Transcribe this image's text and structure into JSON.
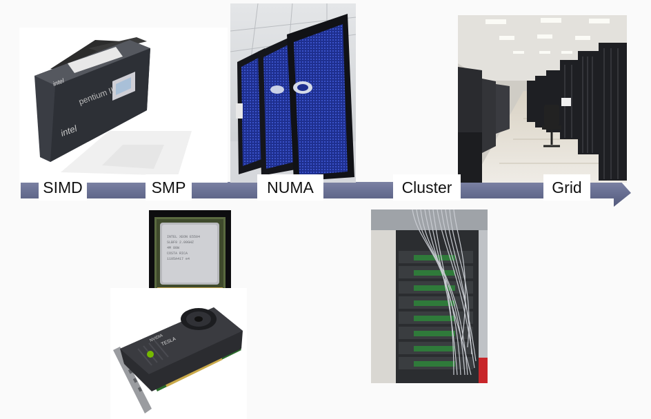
{
  "timeline": {
    "stages": [
      {
        "label": "SIMD"
      },
      {
        "label": "SMP"
      },
      {
        "label": "NUMA"
      },
      {
        "label": "Cluster"
      },
      {
        "label": "Grid"
      }
    ]
  },
  "colors": {
    "arrow": "#6f7699",
    "background": "#fafafa",
    "label_bg": "#ffffff"
  },
  "images": [
    {
      "name": "pentium-cartridge-photo",
      "logo_text": "pentium II",
      "brand": "intel"
    },
    {
      "name": "cpu-chip-photo"
    },
    {
      "name": "gpu-card-photo",
      "brand": "NVIDIA",
      "model": "TESLA"
    },
    {
      "name": "numa-server-racks-photo"
    },
    {
      "name": "cluster-rack-photo"
    },
    {
      "name": "datacenter-grid-photo"
    }
  ]
}
